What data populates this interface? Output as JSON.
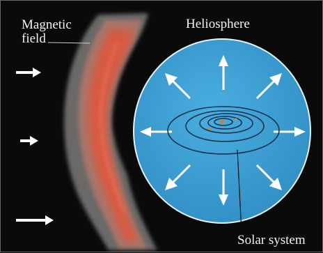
{
  "labels": {
    "magnetic_line1": "Magnetic",
    "magnetic_line2": "field",
    "heliosphere": "Heliosphere",
    "solar_system": "Solar system"
  },
  "colors": {
    "background": "#0a0a0a",
    "heliosphere_fill": "#3b9bd0",
    "bow_shock_core": "#e0553a",
    "bow_shock_outer": "#8a8a8a",
    "arrows": "#ffffff",
    "orbits": "#1b3a52"
  },
  "icons": {
    "incoming_flow": "arrow-right-icon",
    "solar_wind": "arrow-outward-icon"
  }
}
